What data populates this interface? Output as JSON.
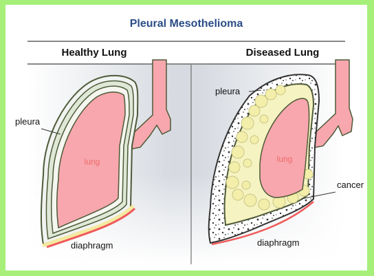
{
  "title": "Pleural Mesothelioma",
  "panels": {
    "healthy": {
      "heading": "Healthy Lung",
      "labels": {
        "pleura": "pleura",
        "lung": "lung",
        "diaphragm": "diaphragm"
      }
    },
    "diseased": {
      "heading": "Diseased Lung",
      "labels": {
        "pleura": "pleura",
        "lung": "lung",
        "cancer": "cancer",
        "diaphragm": "diaphragm"
      }
    }
  },
  "colors": {
    "border": "#a6f07a",
    "title": "#2a4d86",
    "lung_fill": "#f7a7ad",
    "pleura_green": "#4d5a38",
    "tumor": "#f6f3c2",
    "background_gradient": "#d9dde3",
    "diaphragm": "#f05a5a"
  }
}
